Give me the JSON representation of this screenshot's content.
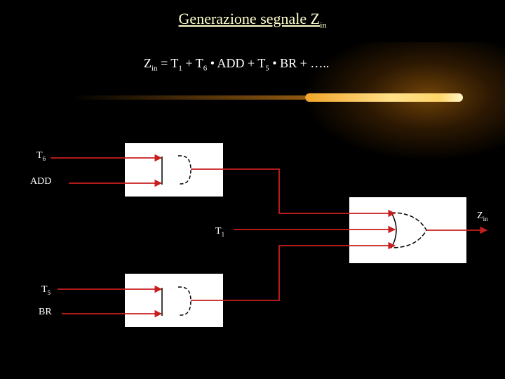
{
  "title": {
    "main": "Generazione segnale Z",
    "sub": "in"
  },
  "formula": {
    "z": "Z",
    "z_sub": "in",
    "eq": " = T",
    "t1_sub": "1",
    "plus_t": " + T",
    "t6_sub": "6",
    "add": " • ADD + T",
    "t5_sub": "5",
    "tail": " • BR + ….."
  },
  "inputs": {
    "t6": {
      "main": "T",
      "sub": "6"
    },
    "add": "ADD",
    "t5": {
      "main": "T",
      "sub": "5"
    },
    "br": "BR",
    "t1": {
      "main": "T",
      "sub": "1"
    }
  },
  "output": {
    "main": "Z",
    "sub": "in"
  },
  "colors": {
    "wire": "#c81e1e",
    "title": "#ffffcc",
    "accent": "#f0a52a"
  }
}
